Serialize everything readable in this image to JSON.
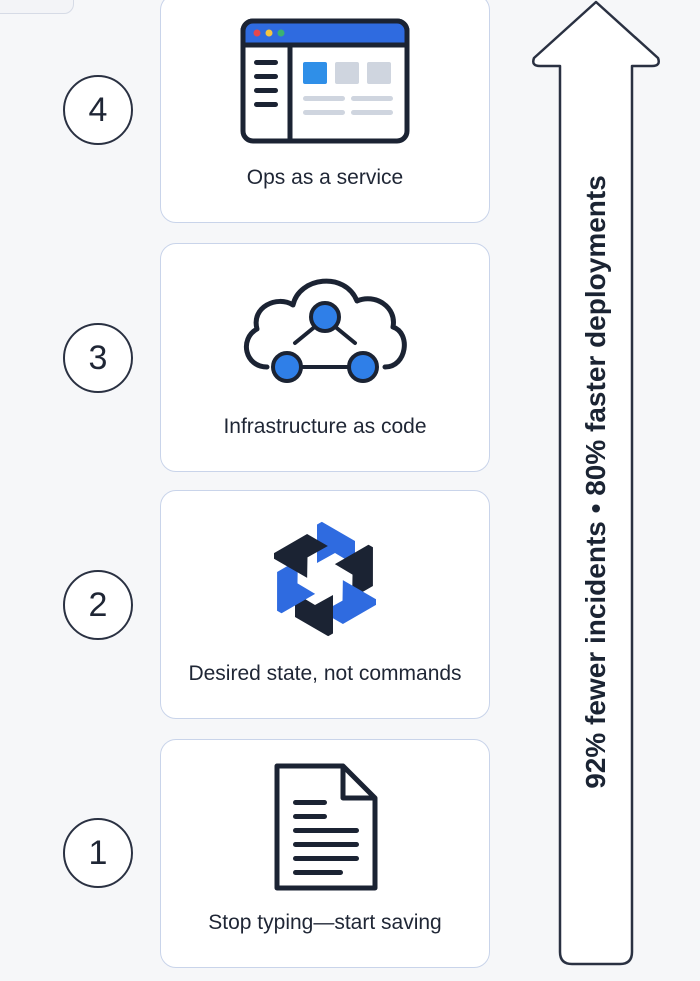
{
  "steps": [
    {
      "number": "4",
      "label": "Ops as a service",
      "icon": "browser-window-icon"
    },
    {
      "number": "3",
      "label": "Infrastructure as code",
      "icon": "cloud-network-icon"
    },
    {
      "number": "2",
      "label": "Desired state, not commands",
      "icon": "hexagon-knot-icon"
    },
    {
      "number": "1",
      "label": "Stop typing—start saving",
      "icon": "document-icon"
    }
  ],
  "arrow": {
    "text": "92% fewer incidents • 80% faster deployments"
  },
  "colors": {
    "accent_blue": "#2f7fe8",
    "dark_navy": "#1b2333",
    "window_bar": "#2f6be0"
  }
}
